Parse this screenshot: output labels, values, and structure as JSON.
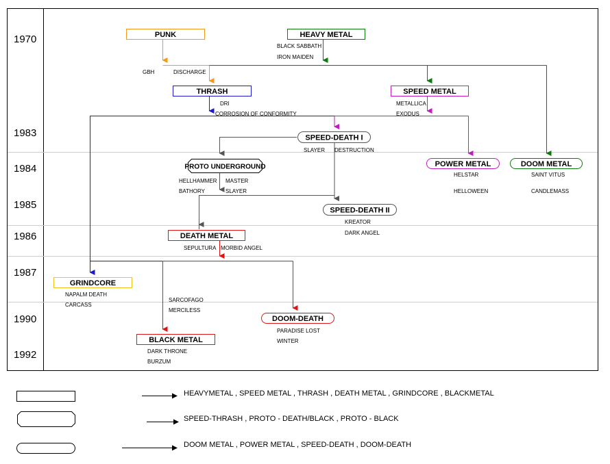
{
  "years": [
    "1970",
    "1983",
    "1984",
    "1985",
    "1986",
    "1987",
    "1990",
    "1992"
  ],
  "colors": {
    "punk": "#f29a1a",
    "heavy": "#0a7a0a",
    "thrash": "#1a1acc",
    "speed": "#c21ac2",
    "death": "#e01414",
    "grind": "#f2c21a",
    "doom": "#0a7a0a",
    "gray": "#555555",
    "grid": "#cccccc",
    "frame": "#000000"
  },
  "genres": {
    "punk": {
      "label": "PUNK"
    },
    "heavy_metal": {
      "label": "HEAVY METAL"
    },
    "thrash": {
      "label": "THRASH"
    },
    "speed_metal": {
      "label": "SPEED METAL"
    },
    "speed_death_1": {
      "label": "SPEED-DEATH I"
    },
    "proto_underground": {
      "label": "PROTO UNDERGROUND"
    },
    "power_metal": {
      "label": "POWER METAL"
    },
    "doom_metal": {
      "label": "DOOM METAL"
    },
    "speed_death_2": {
      "label": "SPEED-DEATH II"
    },
    "death_metal": {
      "label": "DEATH METAL"
    },
    "grindcore": {
      "label": "GRINDCORE"
    },
    "doom_death": {
      "label": "DOOM-DEATH"
    },
    "black_metal": {
      "label": "BLACK METAL"
    }
  },
  "bands": {
    "black_sabbath": "BLACK SABBATH",
    "iron_maiden": "IRON MAIDEN",
    "gbh": "GBH",
    "discharge": "DISCHARGE",
    "dri": "DRI",
    "corrosion": "CORROSION OF CONFORMITY",
    "metallica": "METALLICA",
    "exodus": "EXODUS",
    "slayer_1": "SLAYER",
    "destruction": "DESTRUCTION",
    "hellhammer": "HELLHAMMER",
    "master": "MASTER",
    "bathory": "BATHORY",
    "slayer_2": "SLAYER",
    "helstar": "HELSTAR",
    "helloween": "HELLOWEEN",
    "saint_vitus": "SAINT VITUS",
    "candlemass": "CANDLEMASS",
    "kreator": "KREATOR",
    "dark_angel": "DARK ANGEL",
    "sepultura": "SEPULTURA",
    "morbid_angel": "MORBID ANGEL",
    "napalm_death": "NAPALM DEATH",
    "carcass": "CARCASS",
    "sarcofago": "SARCOFAGO",
    "merciless": "MERCILESS",
    "paradise_lost": "PARADISE LOST",
    "winter": "WINTER",
    "dark_throne": "DARK THRONE",
    "burzum": "BURZUM"
  },
  "legend": [
    {
      "shape": "rectangle",
      "text": "HEAVYMETAL ,  SPEED METAL ,  THRASH ,  DEATH METAL ,  GRINDCORE ,  BLACKMETAL"
    },
    {
      "shape": "octagon",
      "text": "SPEED-THRASH ,  PROTO - DEATH/BLACK ,  PROTO - BLACK"
    },
    {
      "shape": "rounded",
      "text": "DOOM METAL ,  POWER METAL ,  SPEED-DEATH ,  DOOM-DEATH"
    }
  ]
}
